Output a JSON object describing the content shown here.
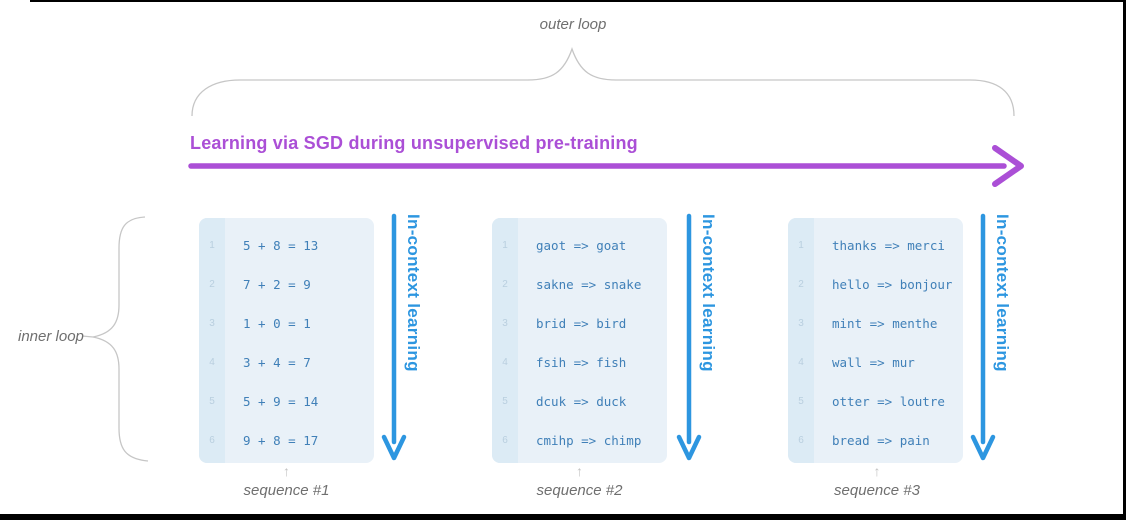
{
  "diagram": {
    "outer_loop_label": "outer loop",
    "inner_loop_label": "inner loop",
    "sgd_arrow_label": "Learning via SGD during unsupervised pre-training",
    "in_context_label": "In-context learning",
    "up_arrow_glyph": "↑"
  },
  "colors": {
    "sgd_purple": "#ab4fd6",
    "in_context_blue": "#2d96e0",
    "code_text_blue": "#4080b8",
    "line_number_blue": "#b9cfdf",
    "panel_bg": "#e9f1f8",
    "panel_gutter_bg": "#dcebf5",
    "label_gray": "#6f6f6f",
    "brace_gray": "#c6c6c6"
  },
  "line_numbers": [
    "1",
    "2",
    "3",
    "4",
    "5",
    "6"
  ],
  "sequences": [
    {
      "caption": "sequence #1",
      "lines": [
        "5 + 8 = 13",
        "7 + 2 = 9",
        "1 + 0 = 1",
        "3 + 4 = 7",
        "5 + 9 = 14",
        "9 + 8 = 17"
      ]
    },
    {
      "caption": "sequence #2",
      "lines": [
        "gaot => goat",
        "sakne => snake",
        "brid => bird",
        "fsih => fish",
        "dcuk => duck",
        "cmihp => chimp"
      ]
    },
    {
      "caption": "sequence #3",
      "lines": [
        "thanks => merci",
        "hello => bonjour",
        "mint => menthe",
        "wall => mur",
        "otter => loutre",
        "bread => pain"
      ]
    }
  ]
}
